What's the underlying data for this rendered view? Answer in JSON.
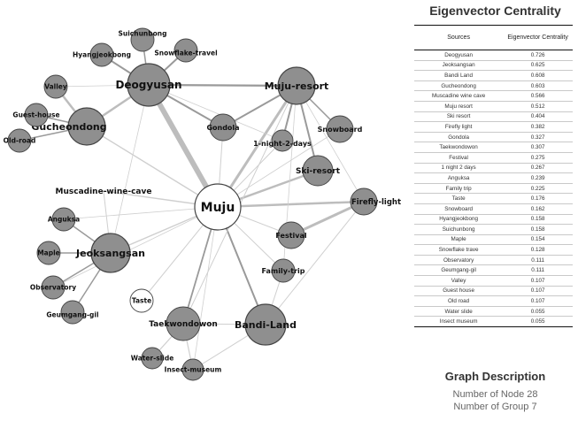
{
  "graph": {
    "nodes": [
      {
        "id": "deogyusan",
        "label": "Deogyusan"
      },
      {
        "id": "muju_resort",
        "label": "Muju-resort"
      },
      {
        "id": "gucheondong",
        "label": "Gucheondong"
      },
      {
        "id": "muju",
        "label": "Muju"
      },
      {
        "id": "jeoksangsan",
        "label": "Jeoksangsan"
      },
      {
        "id": "bandi_land",
        "label": "Bandi-Land"
      },
      {
        "id": "suichunbong",
        "label": "Suichunbong"
      },
      {
        "id": "hyangjeokbong",
        "label": "Hyangjeokbong"
      },
      {
        "id": "snowflake_travel",
        "label": "Snowflake-travel"
      },
      {
        "id": "valley",
        "label": "Valley"
      },
      {
        "id": "guest_house",
        "label": "Guest-house"
      },
      {
        "id": "old_road",
        "label": "Old-road"
      },
      {
        "id": "gondola",
        "label": "Gondola"
      },
      {
        "id": "one_night",
        "label": "1-night-2-days"
      },
      {
        "id": "snowboard",
        "label": "Snowboard"
      },
      {
        "id": "ski_resort",
        "label": "Ski-resort"
      },
      {
        "id": "muscadine",
        "label": "Muscadine-wine-cave"
      },
      {
        "id": "anguksa",
        "label": "Anguksa"
      },
      {
        "id": "maple",
        "label": "Maple"
      },
      {
        "id": "observatory",
        "label": "Observatory"
      },
      {
        "id": "geumgang",
        "label": "Geumgang-gil"
      },
      {
        "id": "taste",
        "label": "Taste"
      },
      {
        "id": "taekwondowon",
        "label": "Taekwondowon"
      },
      {
        "id": "water_slide",
        "label": "Water-slide"
      },
      {
        "id": "insect_museum",
        "label": "Insect-museum"
      },
      {
        "id": "firefly",
        "label": "Firefly-light"
      },
      {
        "id": "festival",
        "label": "Festival"
      },
      {
        "id": "family_trip",
        "label": "Family-trip"
      }
    ],
    "edges": [
      {
        "source": "muju",
        "target": "deogyusan",
        "weight": 6
      },
      {
        "source": "muju",
        "target": "muju_resort",
        "weight": 3
      },
      {
        "source": "muju",
        "target": "ski_resort",
        "weight": 2.5
      },
      {
        "source": "muju",
        "target": "firefly",
        "weight": 2.5
      },
      {
        "source": "muju",
        "target": "bandi_land",
        "weight": 2
      },
      {
        "source": "muju",
        "target": "taekwondowon",
        "weight": 1.8
      },
      {
        "source": "muju",
        "target": "jeoksangsan",
        "weight": 1.4
      },
      {
        "source": "muju",
        "target": "gucheondong",
        "weight": 1.4
      },
      {
        "source": "muju",
        "target": "muscadine",
        "weight": 1.4
      },
      {
        "source": "muju",
        "target": "festival",
        "weight": 1
      },
      {
        "source": "muju",
        "target": "family_trip",
        "weight": 1
      },
      {
        "source": "muju",
        "target": "gondola",
        "weight": 1
      },
      {
        "source": "muju",
        "target": "one_night",
        "weight": 1
      },
      {
        "source": "muju",
        "target": "taste",
        "weight": 1
      },
      {
        "source": "muju",
        "target": "anguksa",
        "weight": 0.8
      },
      {
        "source": "muju",
        "target": "observatory",
        "weight": 0.8
      },
      {
        "source": "muju",
        "target": "snowboard",
        "weight": 0.8
      },
      {
        "source": "muju",
        "target": "insect_museum",
        "weight": 0.8
      },
      {
        "source": "deogyusan",
        "target": "muju_resort",
        "weight": 2.2
      },
      {
        "source": "deogyusan",
        "target": "gucheondong",
        "weight": 2.5
      },
      {
        "source": "deogyusan",
        "target": "hyangjeokbong",
        "weight": 2
      },
      {
        "source": "deogyusan",
        "target": "suichunbong",
        "weight": 1.5
      },
      {
        "source": "deogyusan",
        "target": "snowflake_travel",
        "weight": 2
      },
      {
        "source": "deogyusan",
        "target": "gondola",
        "weight": 2
      },
      {
        "source": "deogyusan",
        "target": "valley",
        "weight": 0.8
      },
      {
        "source": "deogyusan",
        "target": "jeoksangsan",
        "weight": 0.8
      },
      {
        "source": "deogyusan",
        "target": "one_night",
        "weight": 0.8
      },
      {
        "source": "gucheondong",
        "target": "valley",
        "weight": 2.5
      },
      {
        "source": "gucheondong",
        "target": "guest_house",
        "weight": 1.5
      },
      {
        "source": "gucheondong",
        "target": "old_road",
        "weight": 1.5
      },
      {
        "source": "muju_resort",
        "target": "gondola",
        "weight": 2
      },
      {
        "source": "muju_resort",
        "target": "snowboard",
        "weight": 1.5
      },
      {
        "source": "muju_resort",
        "target": "ski_resort",
        "weight": 2
      },
      {
        "source": "muju_resort",
        "target": "one_night",
        "weight": 2
      },
      {
        "source": "muju_resort",
        "target": "firefly",
        "weight": 0.8
      },
      {
        "source": "muju_resort",
        "target": "taekwondowon",
        "weight": 1
      },
      {
        "source": "muju_resort",
        "target": "family_trip",
        "weight": 0.8
      },
      {
        "source": "firefly",
        "target": "festival",
        "weight": 3
      },
      {
        "source": "jeoksangsan",
        "target": "anguksa",
        "weight": 1.5
      },
      {
        "source": "jeoksangsan",
        "target": "maple",
        "weight": 1.5
      },
      {
        "source": "jeoksangsan",
        "target": "observatory",
        "weight": 1.5
      },
      {
        "source": "jeoksangsan",
        "target": "geumgang",
        "weight": 1.5
      },
      {
        "source": "jeoksangsan",
        "target": "muscadine",
        "weight": 1
      },
      {
        "source": "taekwondowon",
        "target": "water_slide",
        "weight": 1.2
      },
      {
        "source": "taekwondowon",
        "target": "insect_museum",
        "weight": 1.2
      },
      {
        "source": "bandi_land",
        "target": "taekwondowon",
        "weight": 1
      },
      {
        "source": "bandi_land",
        "target": "insect_museum",
        "weight": 1
      },
      {
        "source": "bandi_land",
        "target": "family_trip",
        "weight": 1
      },
      {
        "source": "bandi_land",
        "target": "firefly",
        "weight": 1
      }
    ]
  },
  "table": {
    "title": "Eigenvector Centrality",
    "col_source": "Sources",
    "col_value": "Eigenvector Centrality",
    "rows": [
      [
        "Deogyusan",
        "0.726"
      ],
      [
        "Jeoksangsan",
        "0.625"
      ],
      [
        "Bandi Land",
        "0.608"
      ],
      [
        "Gucheondong",
        "0.603"
      ],
      [
        "Muscadine wine cave",
        "0.566"
      ],
      [
        "Muju resort",
        "0.512"
      ],
      [
        "Ski resort",
        "0.404"
      ],
      [
        "Firefly light",
        "0.382"
      ],
      [
        "Gondola",
        "0.327"
      ],
      [
        "Taekwondowon",
        "0.307"
      ],
      [
        "Festival",
        "0.275"
      ],
      [
        "1 night 2 days",
        "0.267"
      ],
      [
        "Anguksa",
        "0.239"
      ],
      [
        "Family trip",
        "0.225"
      ],
      [
        "Taste",
        "0.176"
      ],
      [
        "Snowboard",
        "0.162"
      ],
      [
        "Hyangjeokbong",
        "0.158"
      ],
      [
        "Suichunbong",
        "0.158"
      ],
      [
        "Maple",
        "0.154"
      ],
      [
        "Snowflake trave",
        "0.128"
      ],
      [
        "Observatory",
        "0.111"
      ],
      [
        "Geumgang-gil",
        "0.111"
      ],
      [
        "Valley",
        "0.107"
      ],
      [
        "Guest house",
        "0.107"
      ],
      [
        "Old road",
        "0.107"
      ],
      [
        "Water slide",
        "0.055"
      ],
      [
        "Insect museum",
        "0.055"
      ]
    ]
  },
  "graph_description": {
    "title": "Graph Description",
    "nodes_text": "Number of Node 28",
    "groups_text": "Number of Group 7"
  }
}
